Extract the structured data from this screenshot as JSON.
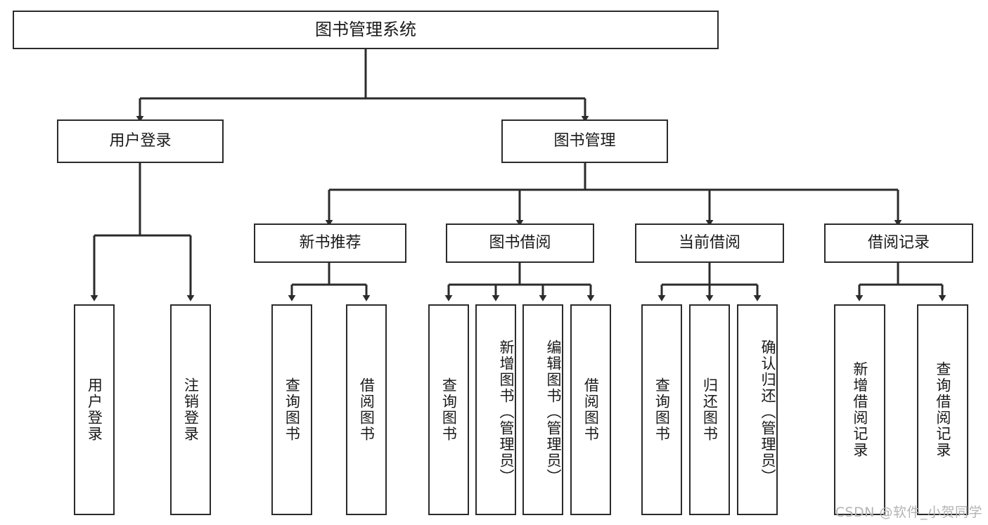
{
  "diagram": {
    "type": "tree",
    "title": "图书管理系统",
    "orientation": "top-down",
    "colors": {
      "node_border": "#2b2b2b",
      "node_fill": "#ffffff",
      "edge": "#2b2b2b",
      "background": "#ffffff",
      "watermark": "#b4b4b4"
    },
    "root": {
      "label": "图书管理系统"
    },
    "level2": [
      {
        "label": "用户登录"
      },
      {
        "label": "图书管理"
      }
    ],
    "level3": [
      {
        "label": "新书推荐"
      },
      {
        "label": "图书借阅"
      },
      {
        "label": "当前借阅"
      },
      {
        "label": "借阅记录"
      }
    ],
    "leaves": {
      "user_login": [
        {
          "label": "用户登录"
        },
        {
          "label": "注销登录"
        }
      ],
      "new_book_recommend": [
        {
          "label": "查询图书"
        },
        {
          "label": "借阅图书"
        }
      ],
      "book_borrow": [
        {
          "label": "查询图书"
        },
        {
          "label": "新增图书（管理员）"
        },
        {
          "label": "编辑图书（管理员）"
        },
        {
          "label": "借阅图书"
        }
      ],
      "current_borrow": [
        {
          "label": "查询图书"
        },
        {
          "label": "归还图书"
        },
        {
          "label": "确认归还（管理员）"
        }
      ],
      "borrow_record": [
        {
          "label": "新增借阅记录"
        },
        {
          "label": "查询借阅记录"
        }
      ]
    }
  },
  "watermark": {
    "text": "CSDN @软件_小贺同学"
  }
}
